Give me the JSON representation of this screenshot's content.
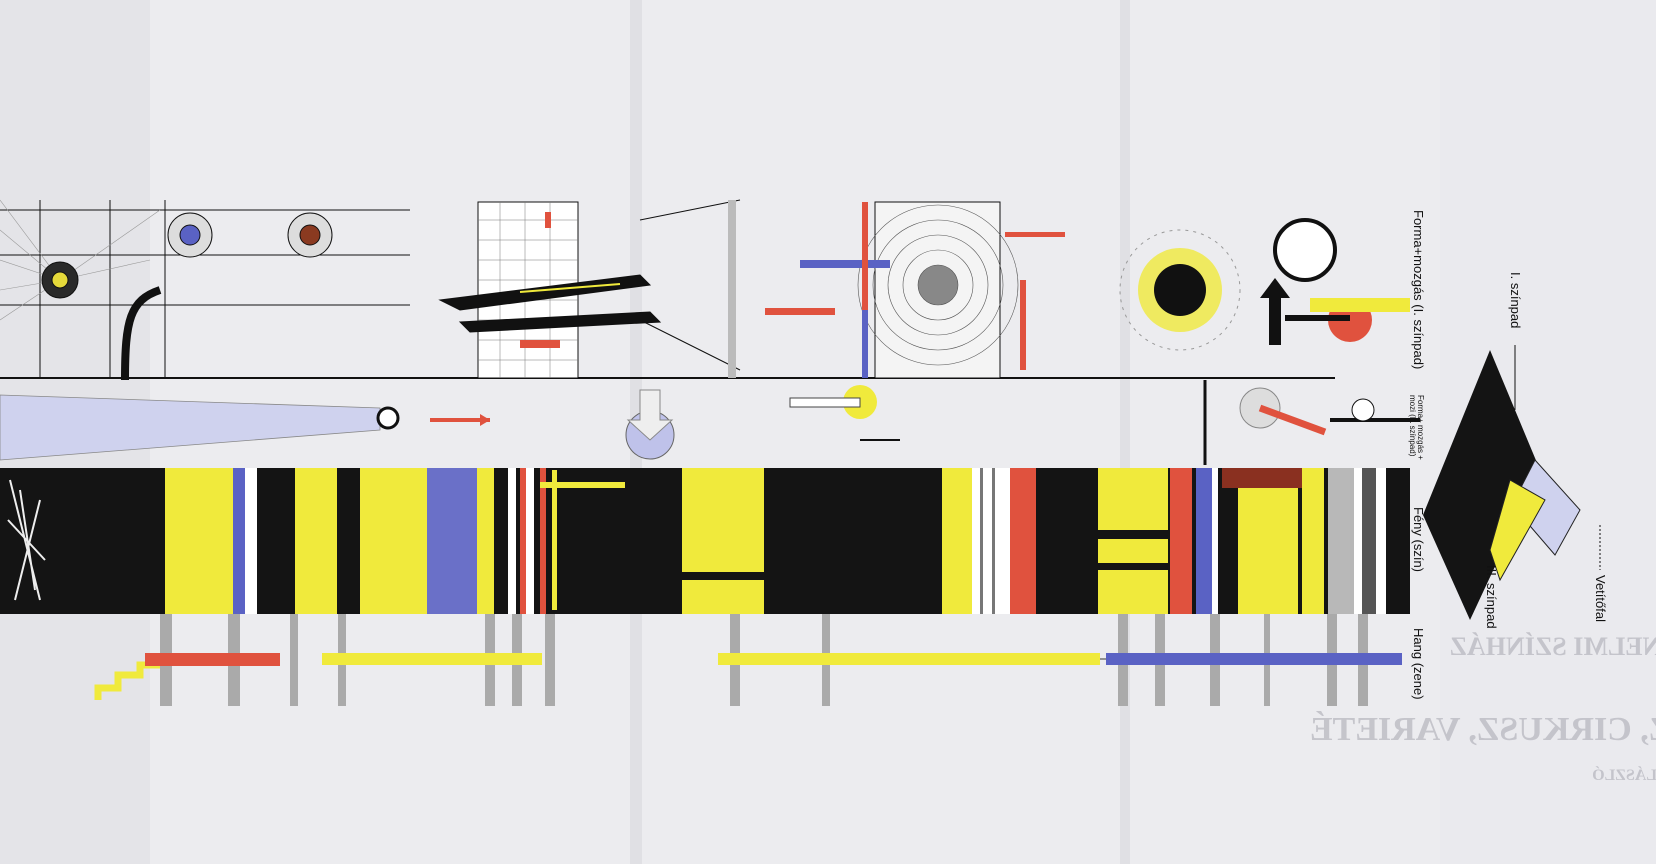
{
  "labels": {
    "forma_mozgas_1": "Forma+mozgás (I. színpad)",
    "forma_mozgas_2_line1": "Forma+ mozgás +",
    "forma_mozgas_2_line2": "mozi (II. színpad)",
    "feny": "Fény (szín)",
    "hang": "Hang (zene)",
    "szinpad_1": "I. színpad",
    "szinpad_3": "III. színpad",
    "vetitofal": "Vetítőfal"
  },
  "show_through": {
    "title_1": "TENELMI SZÍNHÁZ",
    "title_2": "AZ, CIRKUSZ, VARIETÉ",
    "author": "AGY LÁSZLÓ"
  },
  "colors": {
    "paper": "#ececef",
    "black": "#141414",
    "yellow": "#f0ea3c",
    "red": "#e0523e",
    "blue": "#5a62c4",
    "lavender": "#cfd2ee"
  }
}
